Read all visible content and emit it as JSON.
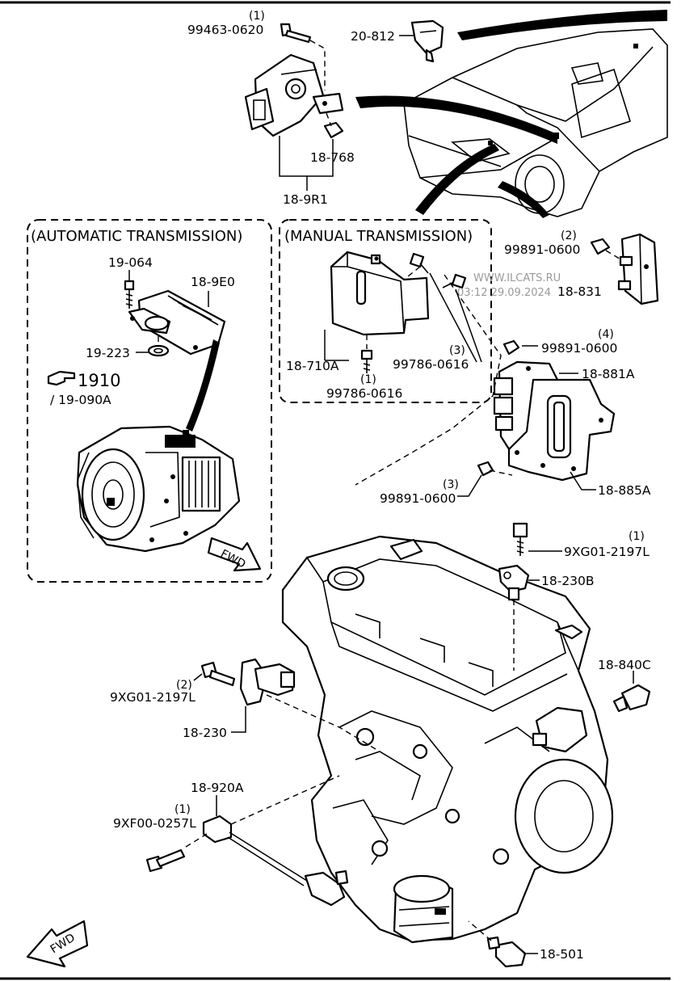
{
  "sections": {
    "automatic": "(AUTOMATIC TRANSMISSION)",
    "manual": "(MANUAL TRANSMISSION)"
  },
  "watermark": {
    "site": "WWW.ILCATS.RU",
    "timestamp": "03:12 29.09.2024"
  },
  "callouts": {
    "p99463": {
      "qty": "(1)",
      "code": "99463-0620"
    },
    "p20812": {
      "code": "20-812"
    },
    "p18768": {
      "code": "18-768"
    },
    "p189r1": {
      "code": "18-9R1"
    },
    "p19064": {
      "code": "19-064"
    },
    "p189e0": {
      "code": "18-9E0"
    },
    "p19223": {
      "code": "19-223"
    },
    "p1910": {
      "code": "1910",
      "sub": "/ 19-090A"
    },
    "p18710a": {
      "code": "18-710A"
    },
    "p99786a": {
      "qty": "(1)",
      "code": "99786-0616"
    },
    "p99786b": {
      "qty": "(3)",
      "code": "99786-0616"
    },
    "p99891a": {
      "qty": "(2)",
      "code": "99891-0600"
    },
    "p18831": {
      "code": "18-831"
    },
    "p99891b": {
      "qty": "(4)",
      "code": "99891-0600"
    },
    "p18881a": {
      "code": "18-881A"
    },
    "p99891c": {
      "qty": "(3)",
      "code": "99891-0600"
    },
    "p18885a": {
      "code": "18-885A"
    },
    "p9xg01a": {
      "qty": "(1)",
      "code": "9XG01-2197L"
    },
    "p18230b": {
      "code": "18-230B"
    },
    "p18840c": {
      "code": "18-840C"
    },
    "p9xg01b": {
      "qty": "(2)",
      "code": "9XG01-2197L"
    },
    "p18230": {
      "code": "18-230"
    },
    "p18920a": {
      "code": "18-920A"
    },
    "p9xf00": {
      "qty": "(1)",
      "code": "9XF00-0257L"
    },
    "p18501": {
      "code": "18-501"
    }
  },
  "fwd": {
    "label": "FWD"
  },
  "icons": [
    "pointing-hand-icon",
    "fwd-arrow-icon"
  ]
}
